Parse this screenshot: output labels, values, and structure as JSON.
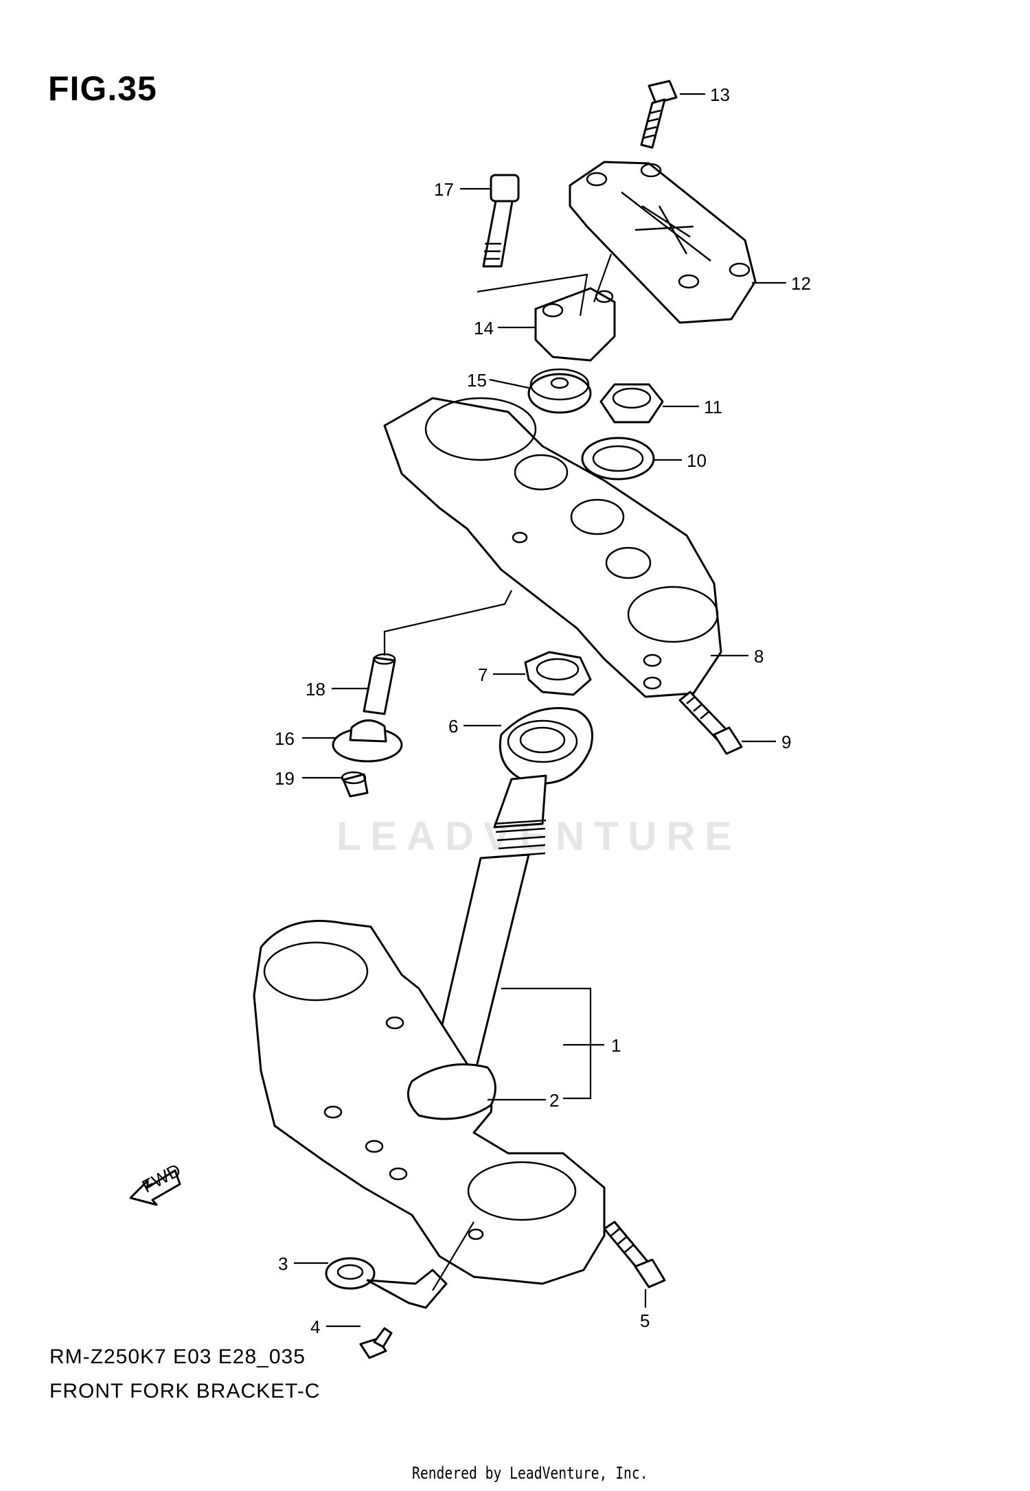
{
  "figure": {
    "title": "FIG.35",
    "model_code": "RM-Z250K7 E03 E28_035",
    "name": "FRONT FORK BRACKET-C",
    "render_note": "Rendered by LeadVenture, Inc.",
    "watermark": "LEADVENTURE",
    "fwd_label": "FWD"
  },
  "callouts": [
    "1",
    "2",
    "3",
    "4",
    "5",
    "6",
    "7",
    "8",
    "9",
    "10",
    "11",
    "12",
    "13",
    "14",
    "15",
    "16",
    "17",
    "18",
    "19"
  ]
}
